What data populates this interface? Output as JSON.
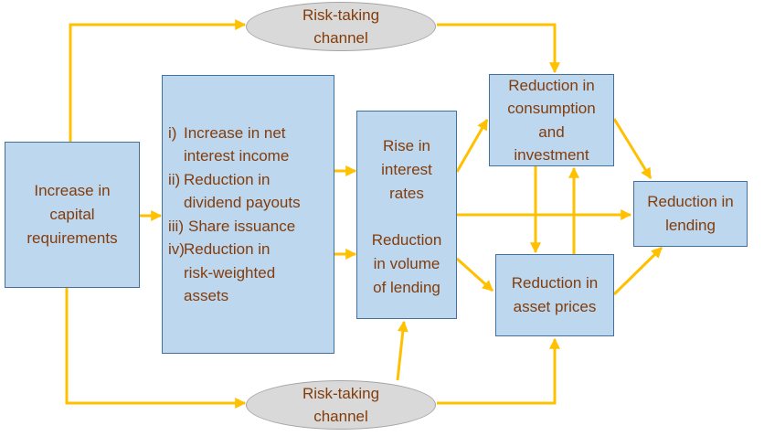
{
  "colors": {
    "box_fill": "#bdd7ee",
    "box_border": "#41719c",
    "oval_fill": "#d9d9d9",
    "text": "#833c0b",
    "arrow": "#ffc000"
  },
  "nodes": {
    "increase_capital": "Increase in\ncapital\nrequirements",
    "channel_list": [
      {
        "marker": "i)",
        "text": "Increase in net\ninterest income"
      },
      {
        "marker": "ii)",
        "text": "Reduction in\ndividend payouts"
      },
      {
        "marker": "iii)",
        "text": "Share issuance"
      },
      {
        "marker": "iv)",
        "text": "Reduction in\nrisk-weighted\nassets"
      }
    ],
    "rise_rates": "Rise in\ninterest\nrates",
    "reduction_volume": "Reduction\nin volume\nof lending",
    "reduction_consumption": "Reduction in\nconsumption\nand\ninvestment",
    "reduction_asset_prices": "Reduction in\nasset prices",
    "reduction_lending": "Reduction in\nlending",
    "risk_taking_top": "Risk-taking\nchannel",
    "risk_taking_bottom": "Risk-taking\nchannel"
  }
}
